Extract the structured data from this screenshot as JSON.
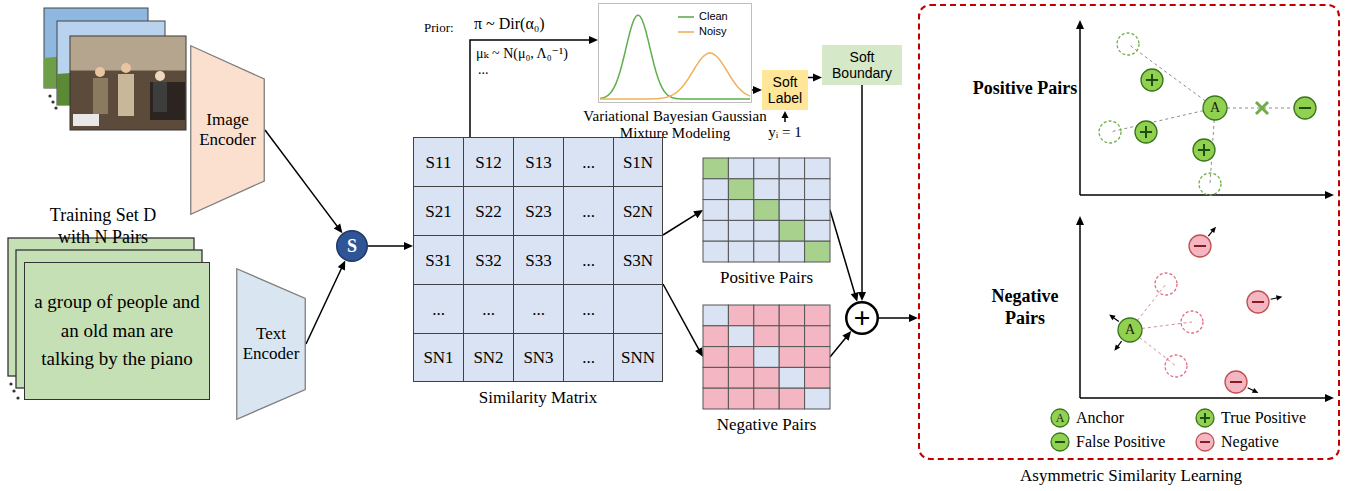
{
  "diagram": {
    "nodes": [
      {
        "text": [
          "a group of people and an old man are talking by the piano"
        ]
      },
      {
        "text": [
          "Image Encoder"
        ]
      },
      {
        "text": [
          "Text Encoder"
        ]
      },
      {
        "text": [
          "S"
        ]
      },
      {
        "text": [
          "Similarity Matrix"
        ]
      },
      {
        "text": [
          "Variational Bayesian Gaussian Mixture Modeling"
        ]
      },
      {
        "text": [
          "Soft Label"
        ]
      },
      {
        "text": [
          "Soft Boundary"
        ]
      },
      {
        "text": [
          "Positive Pairs"
        ]
      },
      {
        "text": [
          "Negative Pairs"
        ]
      },
      {
        "text": [
          "+"
        ]
      },
      {
        "text": [
          "Asymmetric Similarity Learning"
        ]
      }
    ],
    "edges": [
      {
        "from": 1,
        "to": 3,
        "arrow": "to"
      },
      {
        "from": 2,
        "to": 3,
        "arrow": "to"
      },
      {
        "from": 3,
        "to": 4,
        "arrow": "to"
      },
      {
        "from": 4,
        "to": 5,
        "arrow": "to"
      },
      {
        "from": 5,
        "to": 6,
        "arrow": "to"
      },
      {
        "from": 6,
        "to": 7,
        "arrow": "to"
      },
      {
        "from": 4,
        "to": 8,
        "arrow": "to"
      },
      {
        "from": 4,
        "to": 9,
        "arrow": "to"
      },
      {
        "from": 7,
        "to": 10,
        "arrow": "to"
      },
      {
        "from": 8,
        "to": 10,
        "arrow": "to"
      },
      {
        "from": 9,
        "to": 10,
        "arrow": "to"
      },
      {
        "from": 10,
        "to": 11,
        "arrow": "to"
      }
    ],
    "labels": [
      "Training Set D with N Pairs",
      "Prior:",
      "π ~ Dir(α₀)",
      "μₖ ~ N(μ₀, Λ₀⁻¹)",
      "...",
      "yᵢ = 1",
      "S11",
      "S12",
      "S13",
      "...",
      "S1N",
      "S21",
      "S22",
      "S23",
      "...",
      "S2N",
      "S31",
      "S32",
      "S33",
      "...",
      "S3N",
      "...",
      "...",
      "...",
      "...",
      "SN1",
      "SN2",
      "SN3",
      "...",
      "SNN",
      "Positive Pairs",
      "Negative Pairs",
      "A",
      "A",
      "A"
    ],
    "legend": [
      {
        "text": "Clean"
      },
      {
        "text": "Noisy"
      },
      {
        "text": "Anchor"
      },
      {
        "text": "True Positive"
      },
      {
        "text": "False Positive"
      },
      {
        "text": "Negative"
      }
    ]
  }
}
